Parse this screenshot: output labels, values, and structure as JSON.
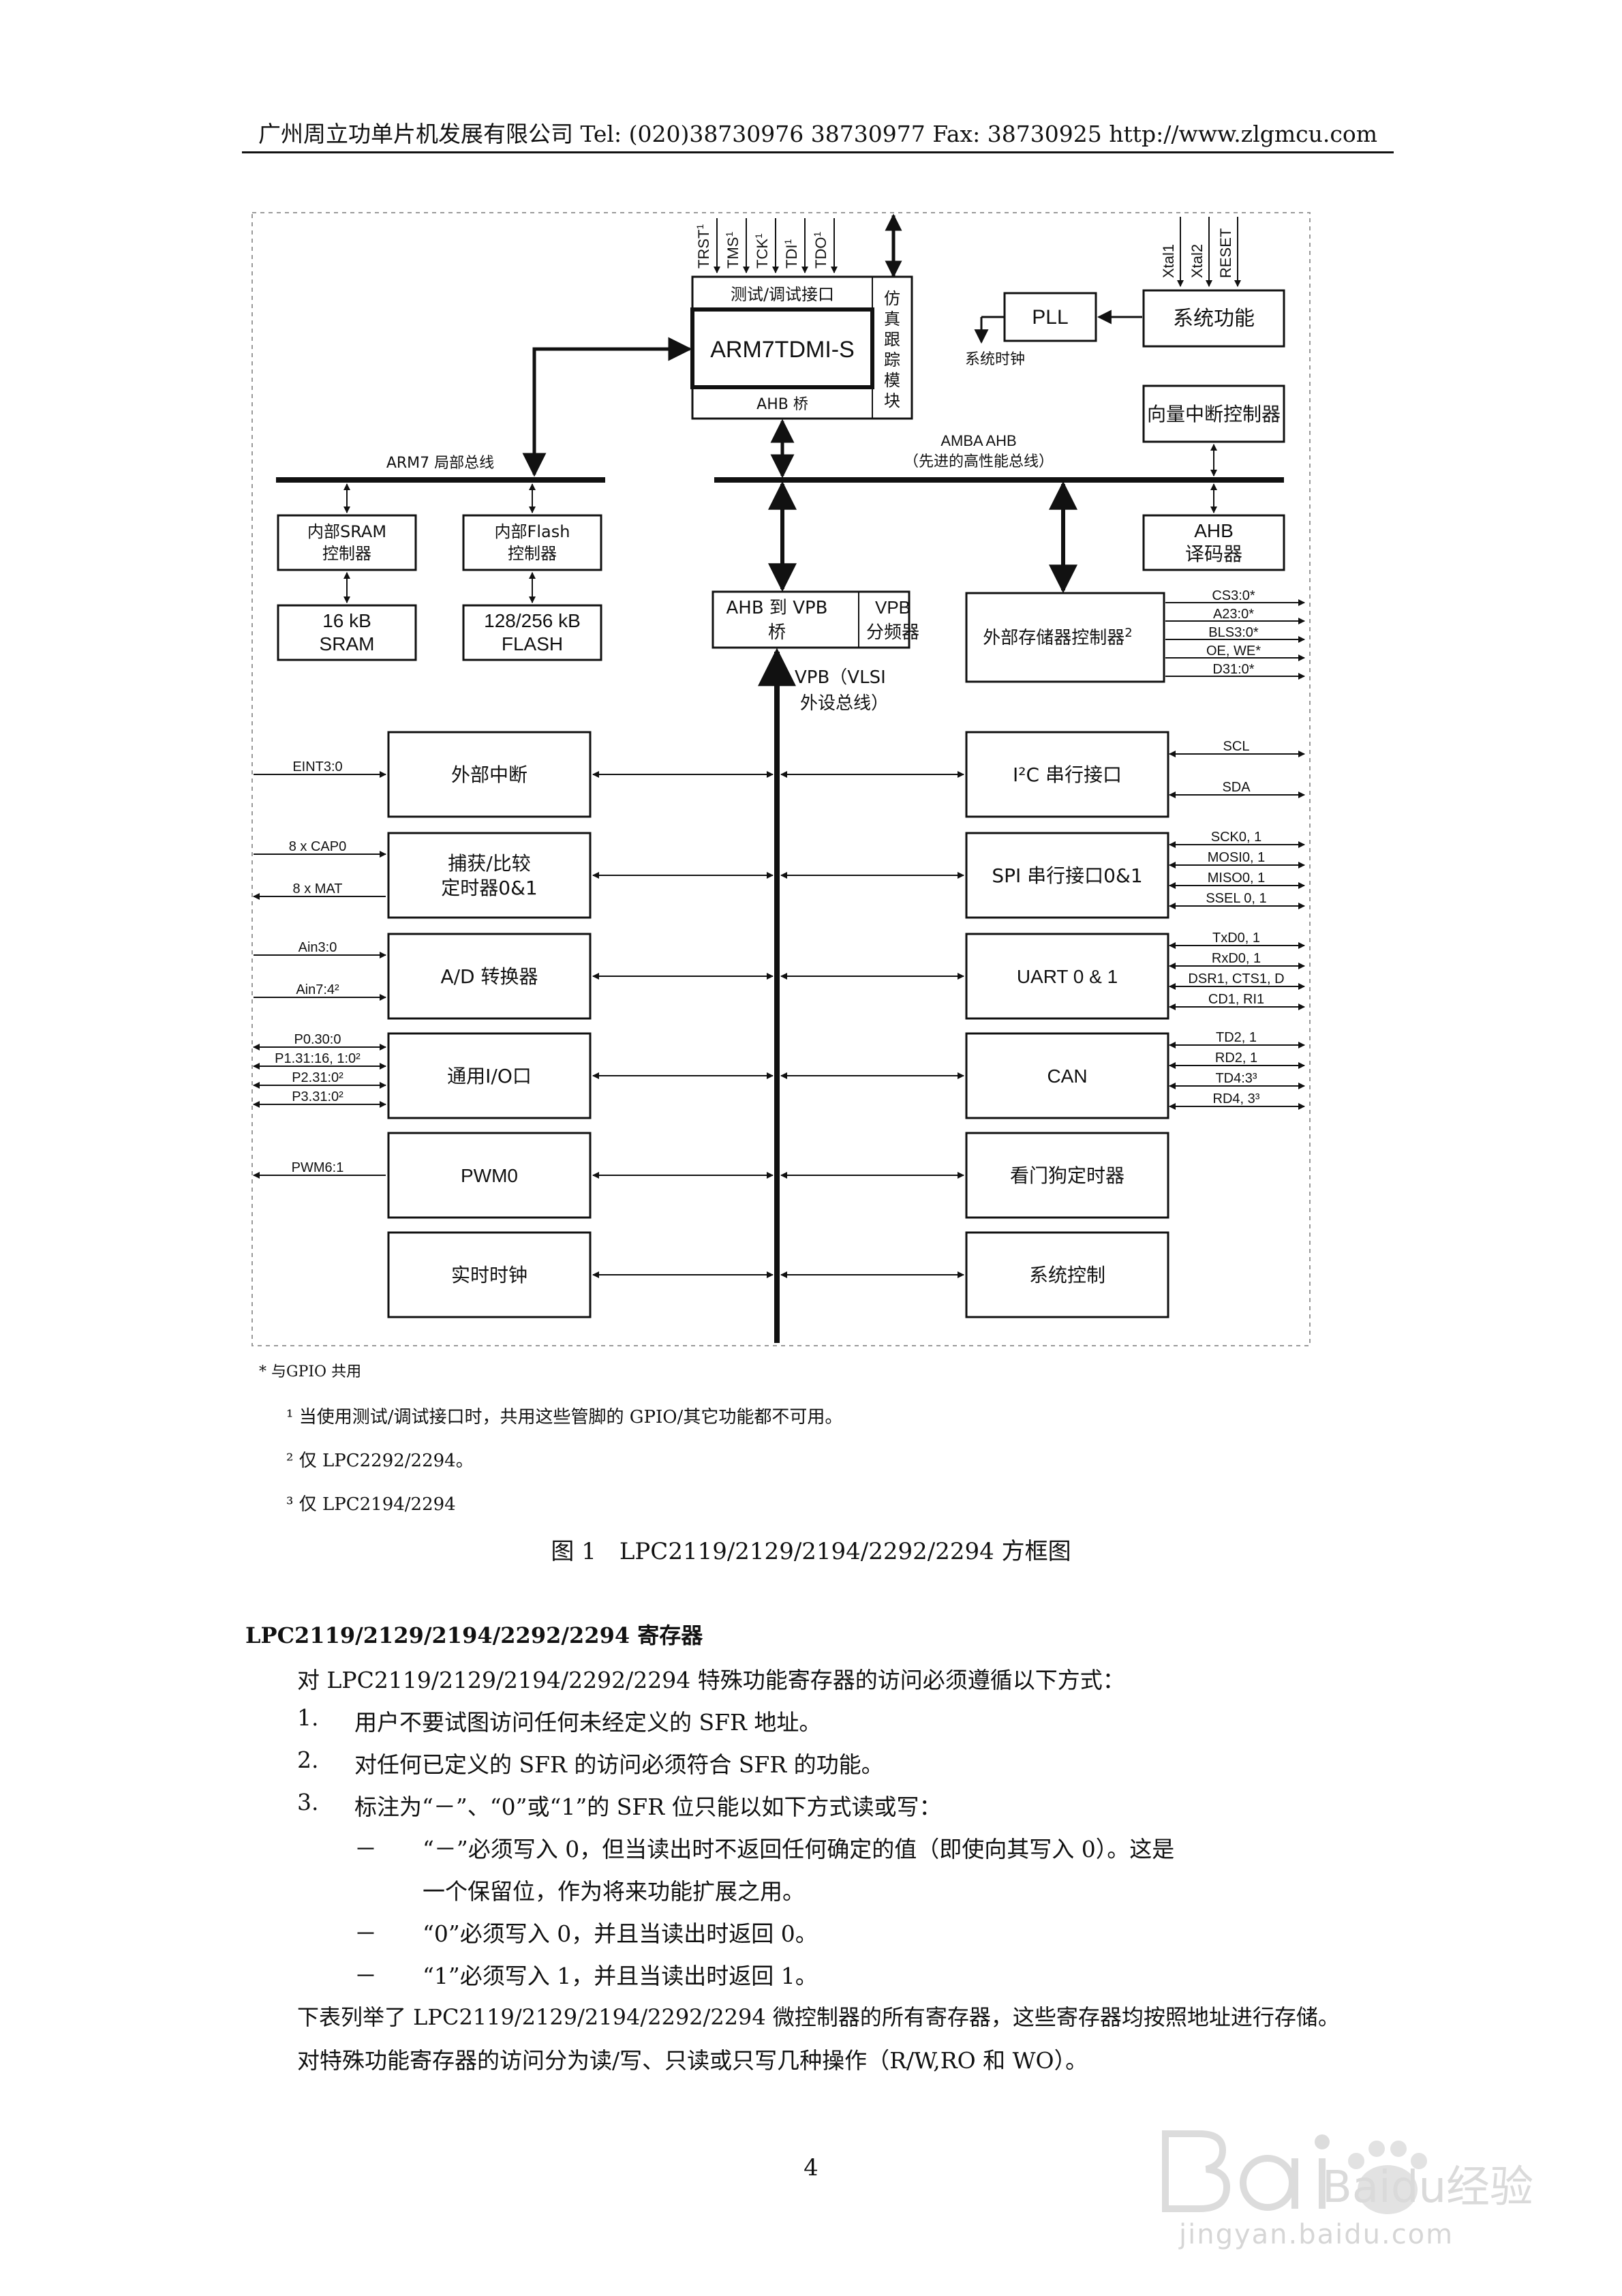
{
  "header": {
    "text": "广州周立功单片机发展有限公司 Tel: (020)38730976 38730977 Fax: 38730925 http://www.zlgmcu.com"
  },
  "diagram": {
    "jtag_pins": [
      "TRST",
      "TMS",
      "TCK",
      "TDI",
      "TDO"
    ],
    "jtag_pin_sup": "1",
    "test_debug_interface": "测试/调试接口",
    "core": "ARM7TDMI-S",
    "ahb_bridge": "AHB 桥",
    "trace_module": [
      "仿",
      "真",
      "跟",
      "踪",
      "模",
      "块"
    ],
    "pll": "PLL",
    "system_clock": "系统时钟",
    "system_functions": "系统功能",
    "clock_pins": [
      "Xtal1",
      "Xtal2",
      "RESET"
    ],
    "vic": "向量中断控制器",
    "amba_ahb": "AMBA AHB",
    "amba_ahb_desc": "（先进的高性能总线）",
    "arm7_local_bus": "ARM7 局部总线",
    "sram_ctrl": [
      "内部SRAM",
      "控制器"
    ],
    "flash_ctrl": [
      "内部Flash",
      "控制器"
    ],
    "ahb_decoder": [
      "AHB",
      "译码器"
    ],
    "sram": [
      "16 kB",
      "SRAM"
    ],
    "flash": [
      "128/256 kB",
      "FLASH"
    ],
    "ahb_vpb_bridge": [
      "AHB 到 VPB",
      "桥"
    ],
    "vpb_divider": [
      "VPB",
      "分频器"
    ],
    "emc": "外部存储器控制器",
    "emc_sup": "2",
    "emc_signals": [
      "CS3:0*",
      "A23:0*",
      "BLS3:0*",
      "OE, WE*",
      "D31:0*"
    ],
    "vpb_bus": [
      "VPB（VLSI",
      "外设总线）"
    ],
    "left_blocks": [
      {
        "label": [
          "外部中断"
        ],
        "signals": [
          "EINT3:0"
        ]
      },
      {
        "label": [
          "捕获/比较",
          "定时器0&1"
        ],
        "signals": [
          "8 x CAP0",
          "8 x MAT"
        ]
      },
      {
        "label": [
          "A/D 转换器"
        ],
        "signals": [
          "Ain3:0",
          "Ain7:4²"
        ]
      },
      {
        "label": [
          "通用I/O口"
        ],
        "signals": [
          "P0.30:0",
          "P1.31:16, 1:0²",
          "P2.31:0²",
          "P3.31:0²"
        ]
      },
      {
        "label": [
          "PWM0"
        ],
        "signals": [
          "PWM6:1"
        ]
      },
      {
        "label": [
          "实时时钟"
        ],
        "signals": []
      }
    ],
    "right_blocks": [
      {
        "label": [
          "I²C 串行接口"
        ],
        "signals": [
          "SCL",
          "SDA"
        ]
      },
      {
        "label": [
          "SPI 串行接口0&1"
        ],
        "signals": [
          "SCK0, 1",
          "MOSI0, 1",
          "MISO0, 1",
          "SSEL 0, 1"
        ]
      },
      {
        "label": [
          "UART 0 & 1"
        ],
        "signals": [
          "TxD0, 1",
          "RxD0, 1",
          "DSR1, CTS1, D",
          "CD1, RI1"
        ]
      },
      {
        "label": [
          "CAN"
        ],
        "signals": [
          "TD2, 1",
          "RD2, 1",
          "TD4:3³",
          "RD4, 3³"
        ]
      },
      {
        "label": [
          "看门狗定时器"
        ],
        "signals": []
      },
      {
        "label": [
          "系统控制"
        ],
        "signals": []
      }
    ]
  },
  "notes": {
    "star": "* 与GPIO 共用",
    "n1": "¹ 当使用测试/调试接口时，共用这些管脚的 GPIO/其它功能都不可用。",
    "n2": "² 仅 LPC2292/2294。",
    "n3": "³ 仅 LPC2194/2294"
  },
  "caption": "图 1　LPC2119/2129/2194/2292/2294 方框图",
  "section": {
    "title": "LPC2119/2129/2194/2292/2294 寄存器",
    "intro": "对 LPC2119/2129/2194/2292/2294 特殊功能寄存器的访问必须遵循以下方式：",
    "items": [
      {
        "num": "1.",
        "text": "用户不要试图访问任何未经定义的 SFR 地址。"
      },
      {
        "num": "2.",
        "text": "对任何已定义的 SFR 的访问必须符合 SFR 的功能。"
      },
      {
        "num": "3.",
        "text": "标注为“－”、“0”或“1”的 SFR 位只能以如下方式读或写："
      }
    ],
    "sub_items": [
      {
        "dash": "－",
        "text": "“－”必须写入 0，但当读出时不返回任何确定的值（即使向其写入 0）。这是"
      },
      {
        "dash": "",
        "text": "一个保留位，作为将来功能扩展之用。"
      },
      {
        "dash": "－",
        "text": "“0”必须写入 0，并且当读出时返回 0。"
      },
      {
        "dash": "－",
        "text": "“1”必须写入 1，并且当读出时返回 1。"
      }
    ],
    "outro1": "下表列举了 LPC2119/2129/2194/2292/2294 微控制器的所有寄存器，这些寄存器均按照地址进行存储。",
    "outro2": "对特殊功能寄存器的访问分为读/写、只读或只写几种操作（R/W,RO 和 WO）。"
  },
  "page_number": "4",
  "watermark": {
    "logo": "Baidu经验",
    "url": "jingyan.baidu.com"
  }
}
